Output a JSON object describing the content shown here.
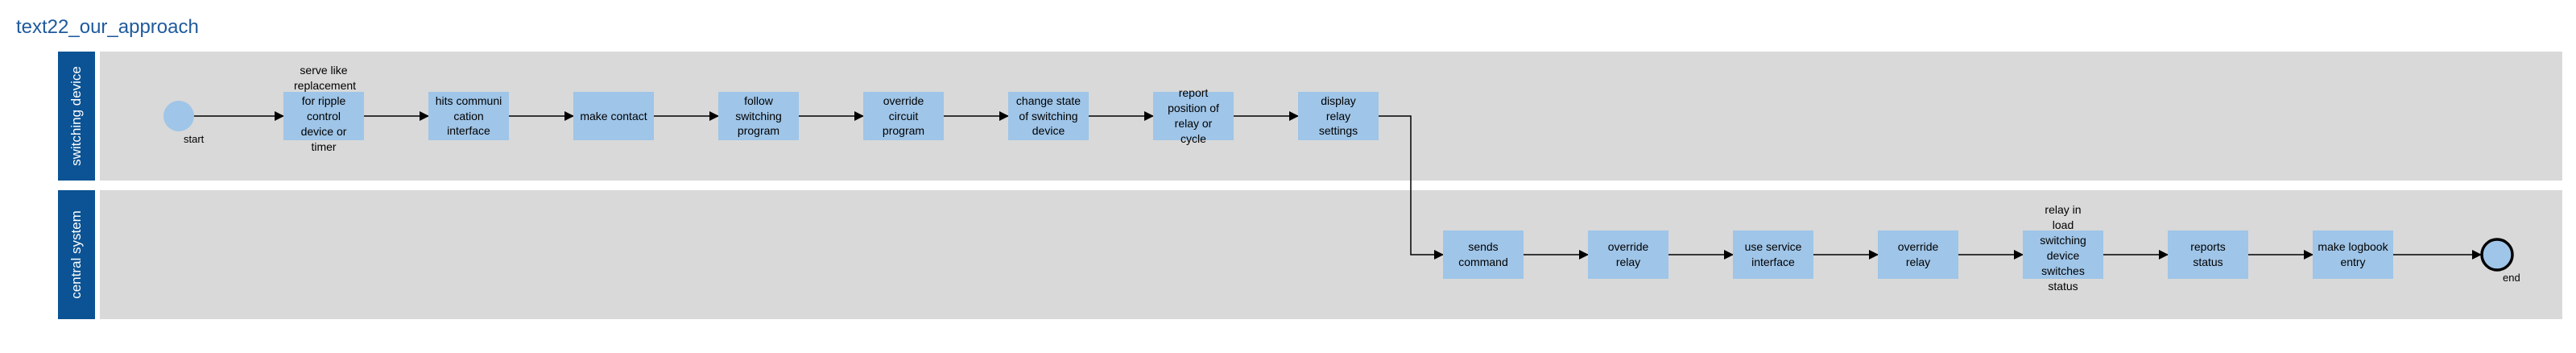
{
  "title": "text22_our_approach",
  "lanes": [
    {
      "label": "switching device"
    },
    {
      "label": "central system"
    }
  ],
  "events": {
    "start": {
      "label": "start"
    },
    "end": {
      "label": "end"
    }
  },
  "tasks": [
    {
      "label": "serve like replacement for ripple control device or timer"
    },
    {
      "label": "hits communi cation interface"
    },
    {
      "label": "make contact"
    },
    {
      "label": "follow switching program"
    },
    {
      "label": "override circuit program"
    },
    {
      "label": "change state of switching device"
    },
    {
      "label": "report position of relay or cycle"
    },
    {
      "label": "display relay settings"
    },
    {
      "label": "sends command"
    },
    {
      "label": "override relay"
    },
    {
      "label": "use service interface"
    },
    {
      "label": "override relay"
    },
    {
      "label": "relay in load switching device switches status"
    },
    {
      "label": "reports status"
    },
    {
      "label": "make logbook entry"
    }
  ],
  "colors": {
    "title": "#1f5a9c",
    "lane_header": "#0b5394",
    "lane_body": "#d9d9d9",
    "task_fill": "#9fc5e8",
    "start_fill": "#9fc5e8",
    "end_fill": "#9fc5e8"
  }
}
